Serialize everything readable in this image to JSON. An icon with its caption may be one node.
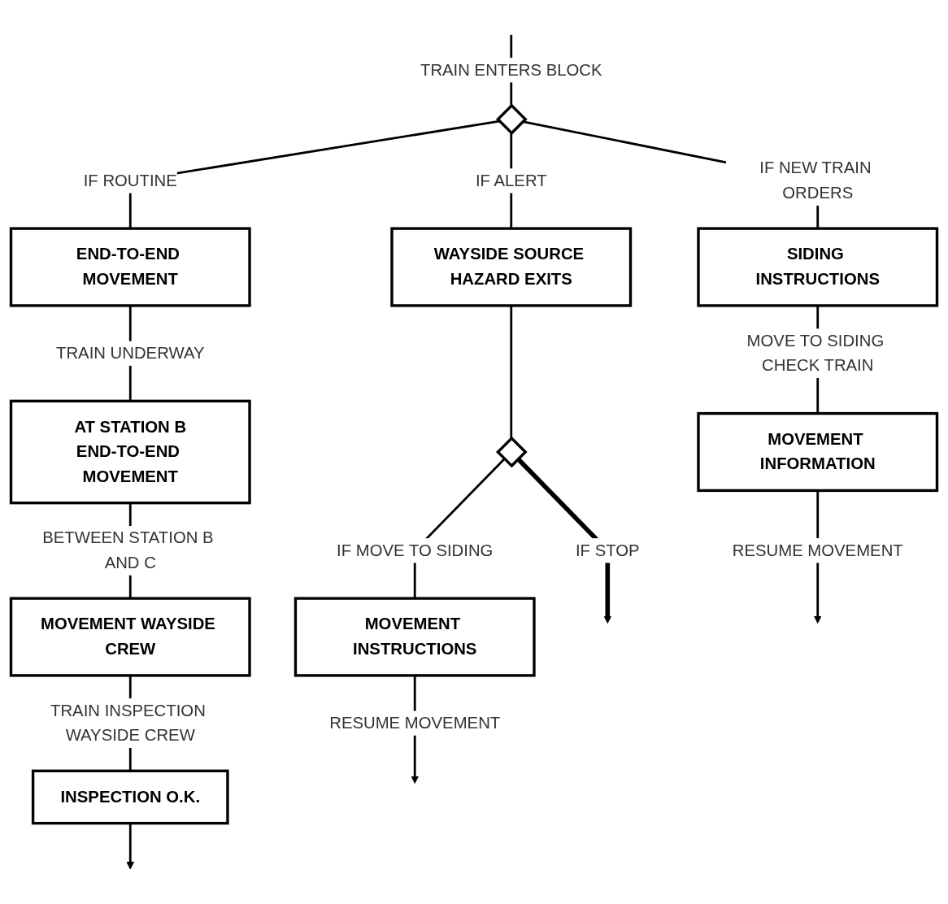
{
  "diagram": {
    "nodes": [
      {
        "text": [],
        "shape": "diamond"
      },
      {
        "text": [
          "END-TO-END MOVEMENT"
        ]
      },
      {
        "text": [
          "AT STATION B",
          "END-TO-END MOVEMENT"
        ]
      },
      {
        "text": [
          "MOVEMENT WAYSIDE CREW"
        ]
      },
      {
        "text": [
          "INSPECTION O.K."
        ]
      },
      {
        "text": [
          "WAYSIDE SOURCE HAZARD EXITS"
        ]
      },
      {
        "text": [],
        "shape": "diamond"
      },
      {
        "text": [
          "MOVEMENT INSTRUCTIONS"
        ]
      },
      {
        "text": [
          "SIDING INSTRUCTIONS"
        ]
      },
      {
        "text": [
          "MOVEMENT INFORMATION"
        ]
      }
    ],
    "edges": [
      {
        "from": null,
        "to": 0,
        "arrow": "none",
        "label": "TRAIN ENTERS BLOCK"
      },
      {
        "from": 0,
        "to": 1,
        "arrow": "none",
        "label": "IF ROUTINE"
      },
      {
        "from": 0,
        "to": 5,
        "arrow": "none",
        "label": "IF ALERT"
      },
      {
        "from": 0,
        "to": 8,
        "arrow": "none",
        "label": "IF NEW TRAIN ORDERS"
      },
      {
        "from": 1,
        "to": 2,
        "arrow": "none",
        "label": "TRAIN UNDERWAY"
      },
      {
        "from": 2,
        "to": 3,
        "arrow": "none",
        "label": "BETWEEN STATION B AND C"
      },
      {
        "from": 3,
        "to": 4,
        "arrow": "none",
        "label": "TRAIN INSPECTION WAYSIDE CREW"
      },
      {
        "from": 4,
        "to": null,
        "arrow": "to"
      },
      {
        "from": 5,
        "to": 6,
        "arrow": "none"
      },
      {
        "from": 6,
        "to": null,
        "arrow": "to",
        "label": "IF STOP",
        "style": "thick"
      },
      {
        "from": 6,
        "to": 7,
        "arrow": "none",
        "label": "IF MOVE TO SIDING"
      },
      {
        "from": 7,
        "to": null,
        "arrow": "to",
        "label": "RESUME MOVEMENT"
      },
      {
        "from": 8,
        "to": 9,
        "arrow": "none",
        "label": "MOVE TO SIDING CHECK TRAIN"
      },
      {
        "from": 9,
        "to": null,
        "arrow": "to",
        "label": "RESUME MOVEMENT"
      }
    ]
  }
}
